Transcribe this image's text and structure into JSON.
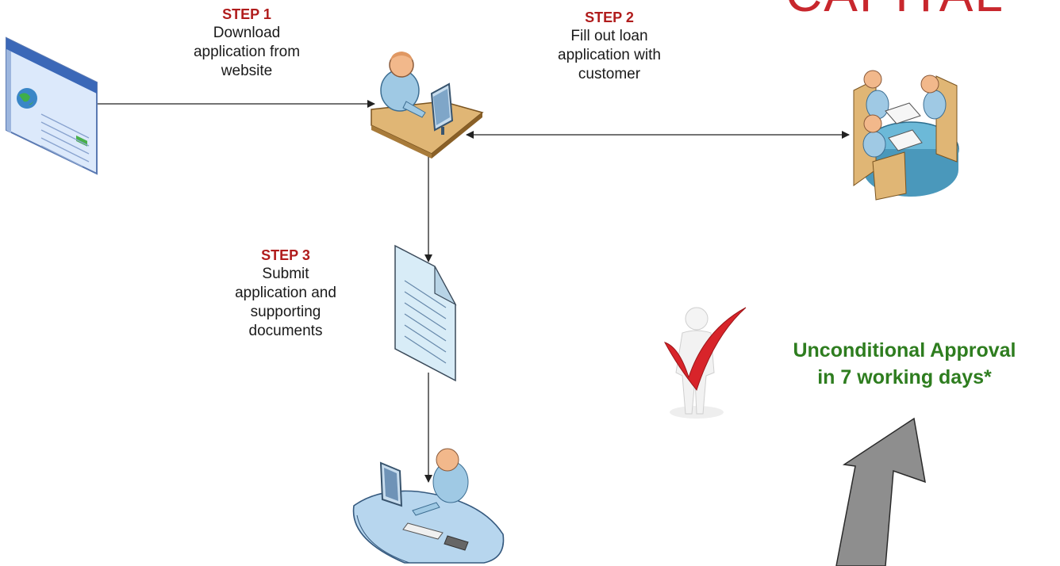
{
  "brand": {
    "text": "CAPITAL"
  },
  "steps": [
    {
      "id": "step1",
      "title": "STEP 1",
      "lines": [
        "Download",
        "application from",
        "website"
      ]
    },
    {
      "id": "step2",
      "title": "STEP 2",
      "lines": [
        "Fill out loan",
        "application with",
        "customer"
      ]
    },
    {
      "id": "step3",
      "title": "STEP 3",
      "lines": [
        "Submit",
        "application and",
        "supporting",
        "documents"
      ]
    }
  ],
  "approval": {
    "lines": [
      "Unconditional Approval",
      "in 7 working days*"
    ]
  },
  "nodes": {
    "website": {
      "icon": "web-page-icon"
    },
    "loan_officer": {
      "icon": "officer-at-desk-icon"
    },
    "meeting": {
      "icon": "customer-meeting-icon"
    },
    "document": {
      "icon": "document-icon"
    },
    "processor": {
      "icon": "processing-workstation-icon"
    },
    "checkmark": {
      "icon": "checkmark-figure-icon"
    },
    "up_arrow": {
      "icon": "up-arrow-icon"
    }
  },
  "colors": {
    "step_title": "#b01c1c",
    "approval_text": "#2e7d1f",
    "brand": "#c8272d",
    "connector": "#222222",
    "big_arrow": "#8e8e8e"
  }
}
